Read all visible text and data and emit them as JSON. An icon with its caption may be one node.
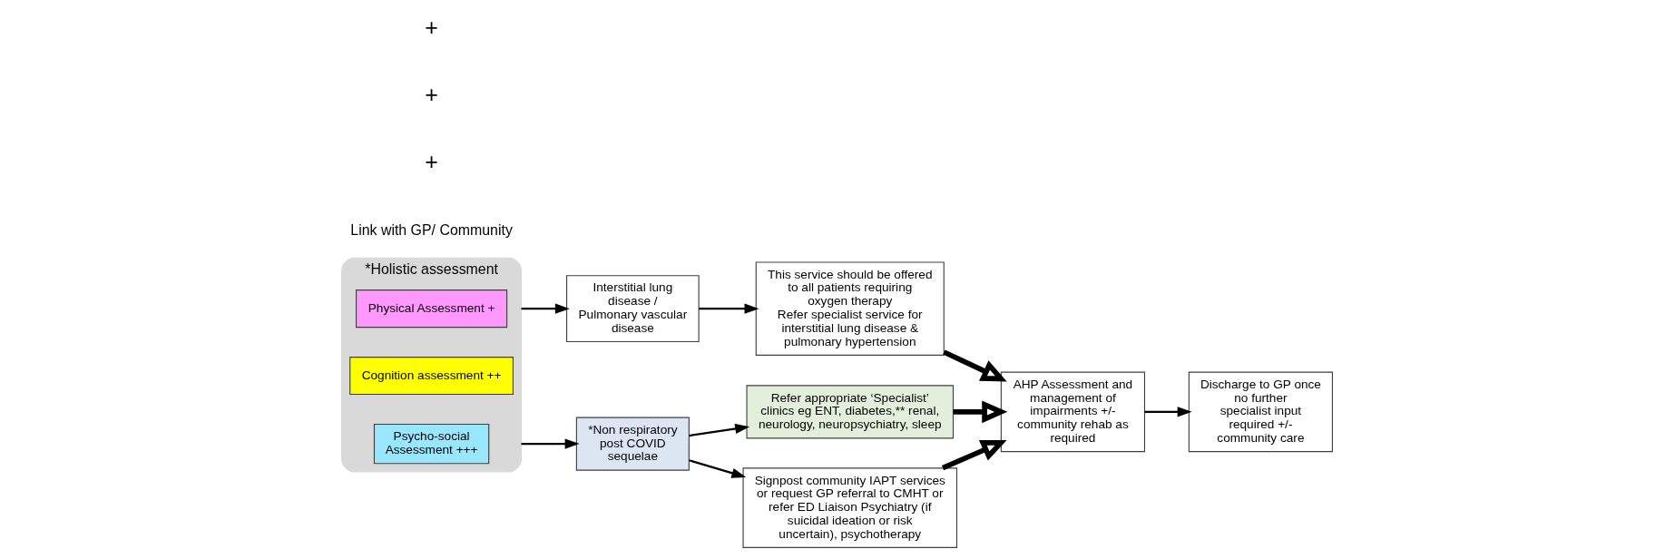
{
  "diagram": {
    "nodes": [
      {
        "text": [
          "*Holistic assessment"
        ]
      },
      {
        "text": [
          "Physical Assessment +"
        ],
        "in": 0
      },
      {
        "text": [
          "Cognition assessment ++"
        ],
        "in": 0
      },
      {
        "text": [
          "Psycho-social Assessment +++"
        ],
        "in": 0
      },
      {
        "text": [
          "Interstitial lung disease / Pulmonary vascular disease"
        ]
      },
      {
        "text": [
          "This service should be offered to all patients requiring oxygen therapy",
          "Refer specialist service for interstitial lung disease & pulmonary hypertension"
        ]
      },
      {
        "text": [
          "*Non respiratory post COVID sequelae"
        ]
      },
      {
        "text": [
          "Refer appropriate ‘Specialist’ clinics eg ENT, diabetes,** renal, neurology, neuropsychiatry, sleep"
        ]
      },
      {
        "text": [
          "Signpost community IAPT services or request GP referral to CMHT or refer ED Liaison Psychiatry (if suicidal ideation or risk uncertain), psychotherapy"
        ]
      },
      {
        "text": [
          "AHP Assessment and management of impairments +/- community rehab as required"
        ]
      },
      {
        "text": [
          "Discharge to GP once no further specialist input required +/- community care"
        ]
      }
    ],
    "edges": [
      {
        "from": 0,
        "to": 4,
        "arrow": "to"
      },
      {
        "from": 0,
        "to": 6,
        "arrow": "to"
      },
      {
        "from": 4,
        "to": 5,
        "arrow": "to"
      },
      {
        "from": 6,
        "to": 7,
        "arrow": "to"
      },
      {
        "from": 6,
        "to": 8,
        "arrow": "to"
      },
      {
        "from": 5,
        "to": 9,
        "arrow": "to",
        "style": "thick"
      },
      {
        "from": 7,
        "to": 9,
        "arrow": "to",
        "style": "thick"
      },
      {
        "from": 8,
        "to": 9,
        "arrow": "to",
        "style": "thick"
      },
      {
        "from": 9,
        "to": 10,
        "arrow": "to"
      }
    ],
    "labels": [
      "Link with GP/ Community",
      "+",
      "+",
      "+"
    ]
  }
}
